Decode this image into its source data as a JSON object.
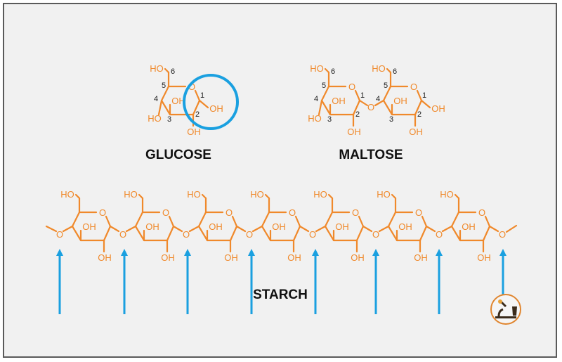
{
  "titles": {
    "glucose": "GLUCOSE",
    "maltose": "MALTOSE",
    "starch": "STARCH"
  },
  "atom_labels": {
    "hydroxyl": "OH",
    "hydroxyl_left": "HO",
    "ring_oxygen": "O"
  },
  "carbon_numbers": [
    "1",
    "2",
    "3",
    "4",
    "5",
    "6"
  ],
  "starch_units": 7,
  "enzyme_arrow_count": 8,
  "colors": {
    "molecule": "#f0892b",
    "arrow": "#1aa0e0",
    "highlight": "#1aa0e0",
    "text": "#111111",
    "background": "#f1f1f1"
  },
  "icon": "microscope-icon"
}
